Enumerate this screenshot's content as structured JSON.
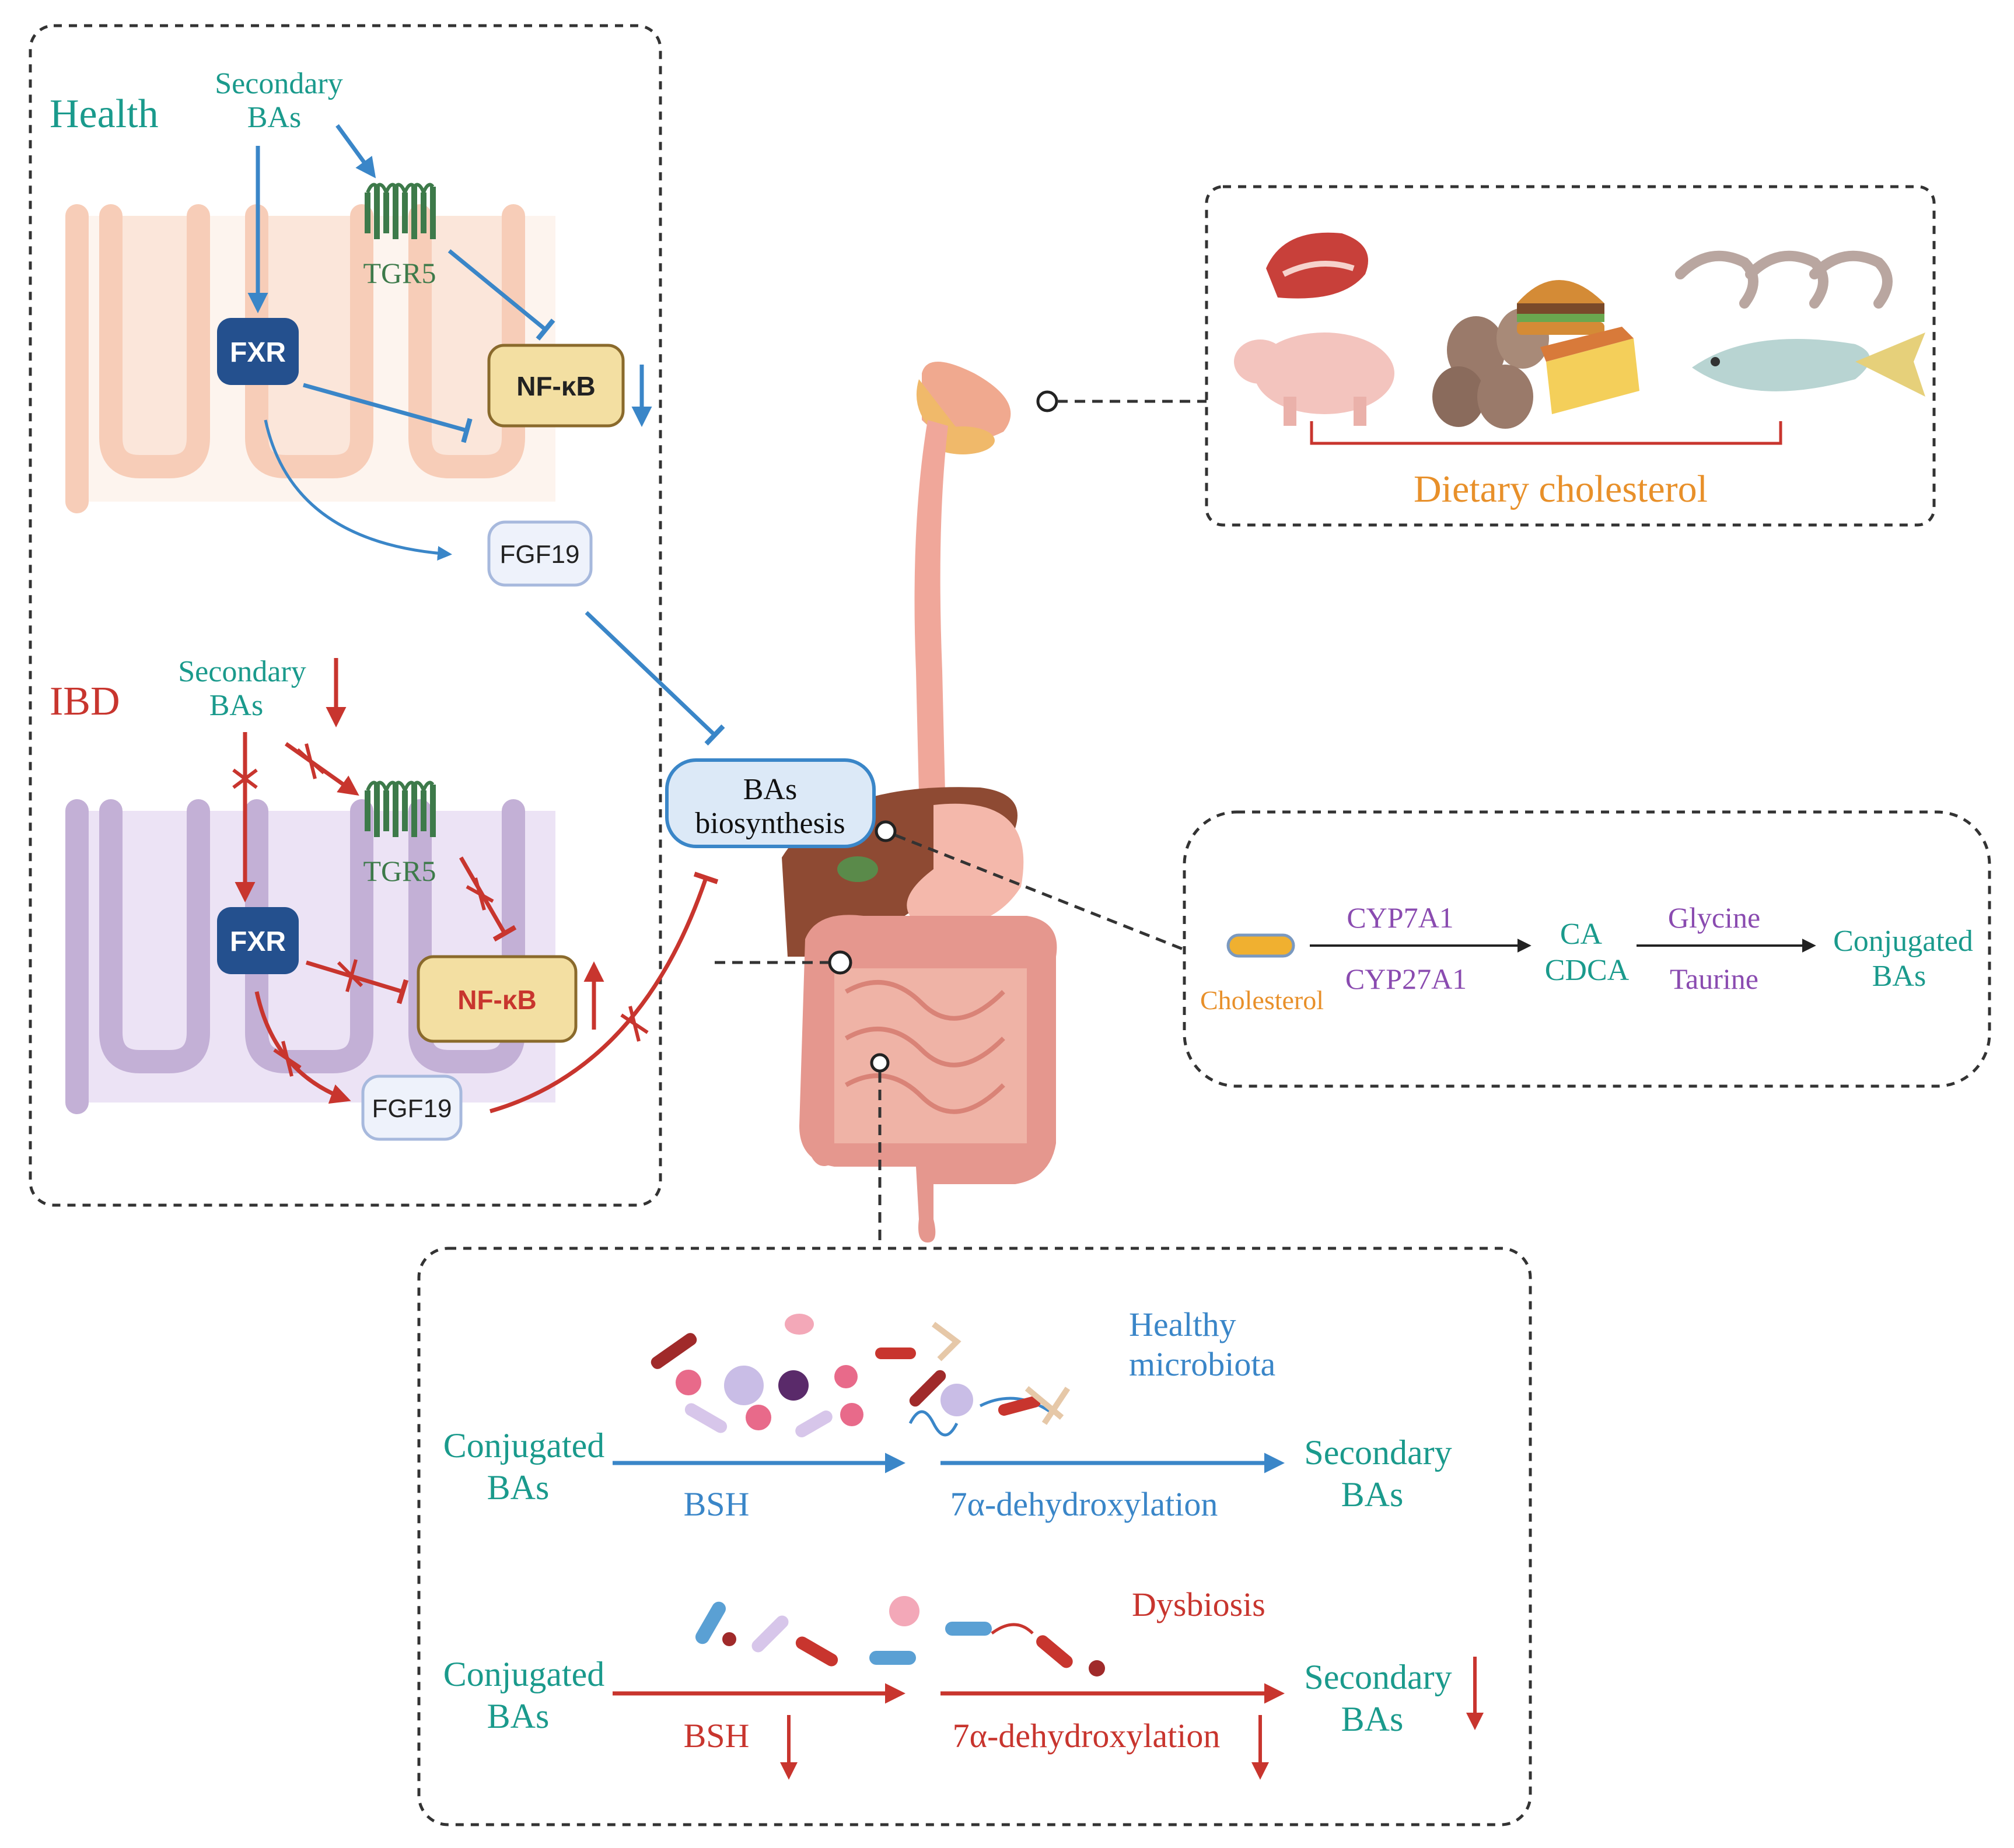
{
  "colors": {
    "teal": "#1a9a8c",
    "blue": "#3a86c8",
    "red": "#c8352e",
    "orange": "#e8902a",
    "purple": "#8a4bb0",
    "dark_blue": "#24508e",
    "nfkb_fill": "#f3dfa2",
    "nfkb_stroke": "#8a6a2c",
    "fgf_fill": "#eef2fb",
    "bas_fill": "#dce9f7",
    "health_villi": "#f7cdb8",
    "health_bg": "#fbe6da",
    "ibd_villi": "#c3b0d6",
    "ibd_bg": "#ece3f5",
    "tgr5_green": "#3d7a4a",
    "gut_pink": "#e5978e",
    "liver_brown": "#8e4a33"
  },
  "icons": [
    "tgr5-receptor-icon",
    "meat-icon",
    "pig-icon",
    "egg-icon",
    "burger-icon",
    "cheese-icon",
    "shrimp-icon",
    "fish-icon",
    "cholesterol-icon",
    "digestive-system-icon",
    "microbe-icon"
  ],
  "left_panel": {
    "health": {
      "title": "Health",
      "secondary_bas_line1": "Secondary",
      "secondary_bas_line2": "BAs",
      "tgr5": "TGR5",
      "fxr": "FXR",
      "nfkb": "NF-κB",
      "fgf19": "FGF19"
    },
    "ibd": {
      "title": "IBD",
      "secondary_bas_line1": "Secondary",
      "secondary_bas_line2": "BAs",
      "tgr5": "TGR5",
      "fxr": "FXR",
      "nfkb": "NF-κB",
      "fgf19": "FGF19"
    }
  },
  "center": {
    "bas_biosynthesis_line1": "BAs",
    "bas_biosynthesis_line2": "biosynthesis"
  },
  "diet_panel": {
    "label": "Dietary cholesterol"
  },
  "synthesis_panel": {
    "cholesterol": "Cholesterol",
    "enzyme1": "CYP7A1",
    "enzyme2": "CYP27A1",
    "product1": "CA",
    "product2": "CDCA",
    "conj1": "Glycine",
    "conj2": "Taurine",
    "final_line1": "Conjugated",
    "final_line2": "BAs"
  },
  "microbiota_panel": {
    "healthy": {
      "title_line1": "Healthy",
      "title_line2": "microbiota",
      "start_line1": "Conjugated",
      "start_line2": "BAs",
      "step1": "BSH",
      "step2": "7α-dehydroxylation",
      "end_line1": "Secondary",
      "end_line2": "BAs"
    },
    "dysbiosis": {
      "title": "Dysbiosis",
      "start_line1": "Conjugated",
      "start_line2": "BAs",
      "step1": "BSH",
      "step2": "7α-dehydroxylation",
      "end_line1": "Secondary",
      "end_line2": "BAs"
    }
  }
}
